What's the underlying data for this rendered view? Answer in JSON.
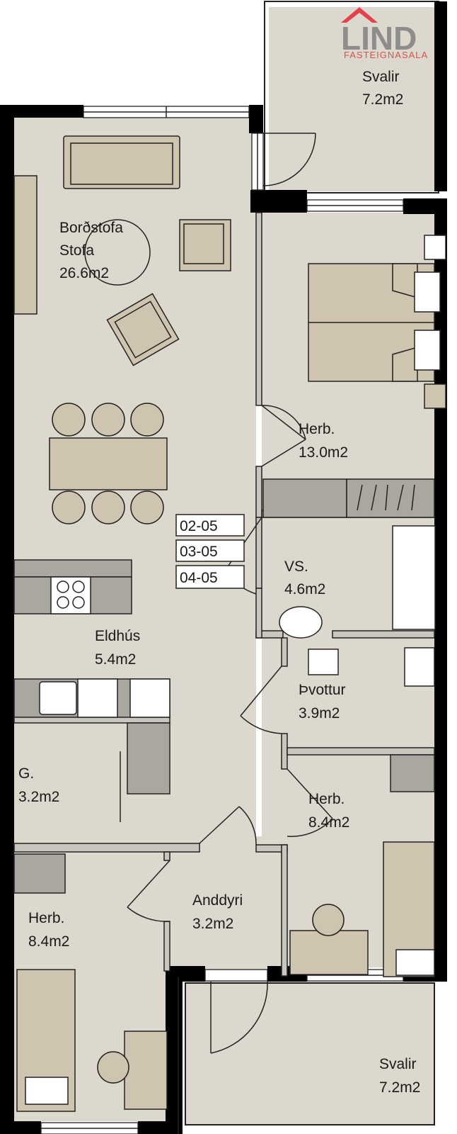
{
  "logo": {
    "name": "LIND",
    "sub": "FASTEIGNASALA",
    "accent": "#e2424b"
  },
  "rooms": {
    "svalir_top": {
      "name": "Svalir",
      "area": "7.2m2"
    },
    "living": {
      "name1": "Borðstofa",
      "name2": "Stofa",
      "area": "26.6m2"
    },
    "herb_master": {
      "name": "Herb.",
      "area": "13.0m2"
    },
    "vs": {
      "name": "VS.",
      "area": "4.6m2"
    },
    "eldhus": {
      "name": "Eldhús",
      "area": "5.4m2"
    },
    "thvottur": {
      "name": "Þvottur",
      "area": "3.9m2"
    },
    "g": {
      "name": "G.",
      "area": "3.2m2"
    },
    "herb_right": {
      "name": "Herb.",
      "area": "8.4m2"
    },
    "anddyri": {
      "name": "Anddyri",
      "area": "3.2m2"
    },
    "herb_left": {
      "name": "Herb.",
      "area": "8.4m2"
    },
    "svalir_bottom": {
      "name": "Svalir",
      "area": "7.2m2"
    }
  },
  "units": [
    "02-05",
    "03-05",
    "04-05"
  ]
}
